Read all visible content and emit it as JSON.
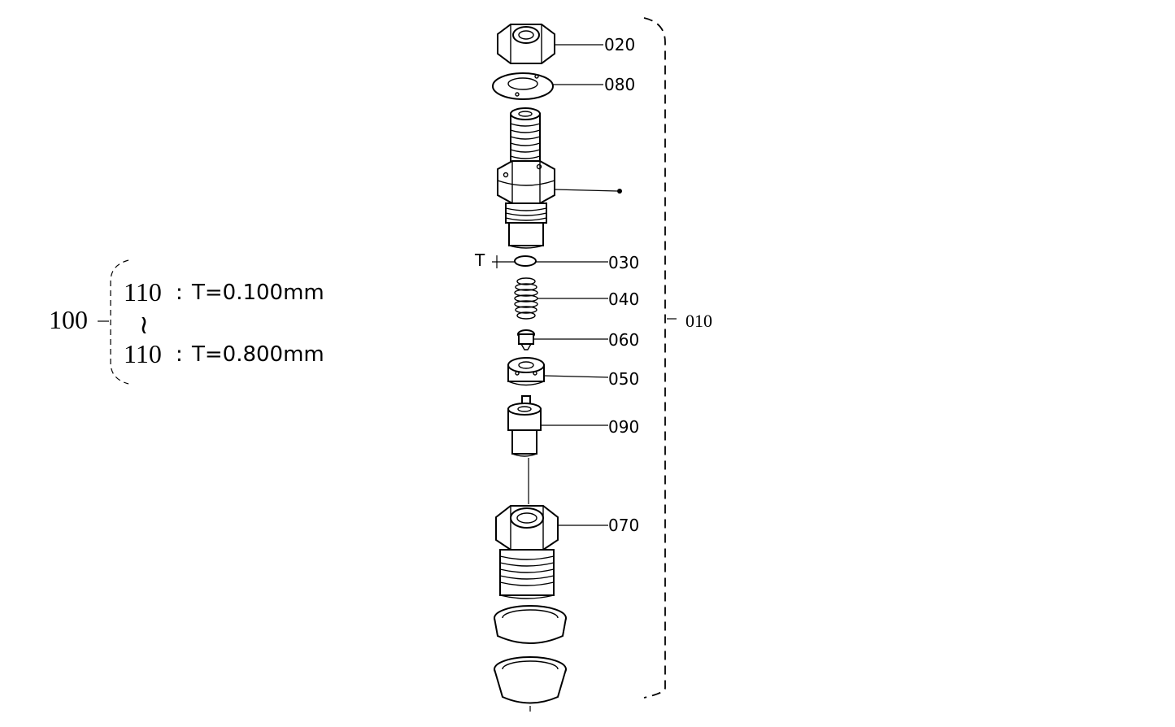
{
  "callouts": {
    "c020": "020",
    "c080": "080",
    "c030": "030",
    "c040": "040",
    "c060": "060",
    "c050": "050",
    "c090": "090",
    "c070": "070",
    "c010": "010"
  },
  "thickness_marker": "T",
  "assembly_group": {
    "number": "100",
    "range_symbol": "≀",
    "entries": [
      {
        "part": "110",
        "separator": ":",
        "spec": "T=0.100mm"
      },
      {
        "part": "110",
        "separator": ":",
        "spec": "T=0.800mm"
      }
    ]
  }
}
